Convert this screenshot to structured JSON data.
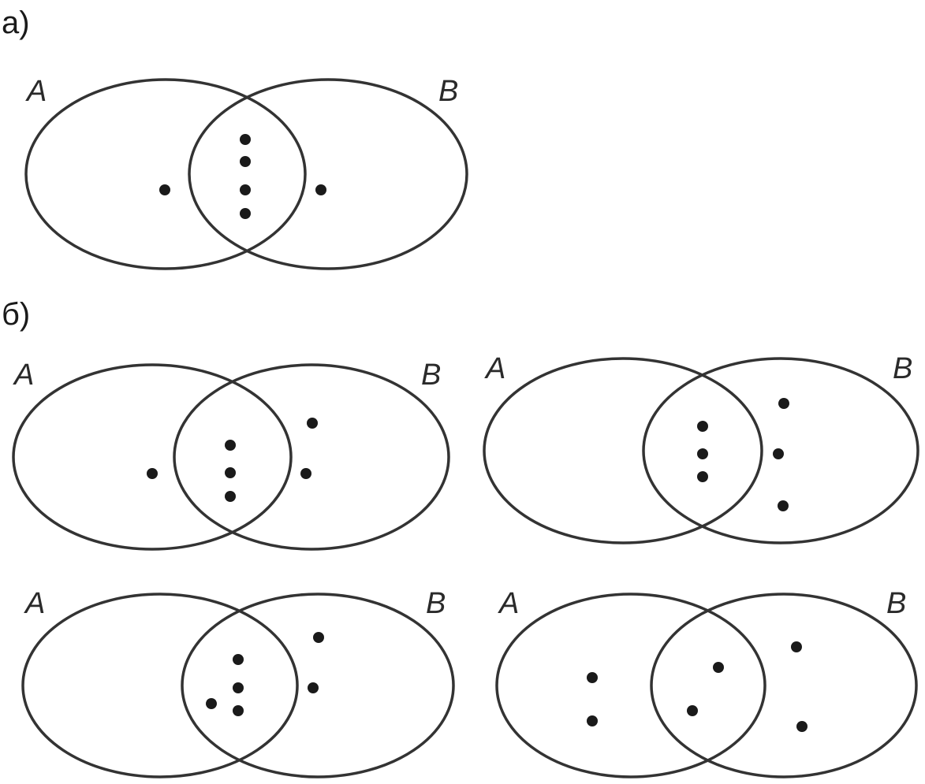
{
  "parts": [
    {
      "label": "а)",
      "diagrams": [
        {
          "set_a_label": "A",
          "set_b_label": "B",
          "counts": {
            "a_only": 1,
            "both": 4,
            "b_only": 1
          }
        }
      ]
    },
    {
      "label": "б)",
      "diagrams": [
        {
          "set_a_label": "A",
          "set_b_label": "B",
          "counts": {
            "a_only": 1,
            "both": 3,
            "b_only": 2
          }
        },
        {
          "set_a_label": "A",
          "set_b_label": "B",
          "counts": {
            "a_only": 0,
            "both": 3,
            "b_only": 3
          }
        },
        {
          "set_a_label": "A",
          "set_b_label": "B",
          "counts": {
            "a_only": 0,
            "both": 4,
            "b_only": 2
          }
        },
        {
          "set_a_label": "A",
          "set_b_label": "B",
          "counts": {
            "a_only": 2,
            "both": 2,
            "b_only": 2
          }
        }
      ]
    }
  ],
  "colors": {
    "stroke": "#333333",
    "dot": "#1a1a1a",
    "background": "#ffffff"
  }
}
